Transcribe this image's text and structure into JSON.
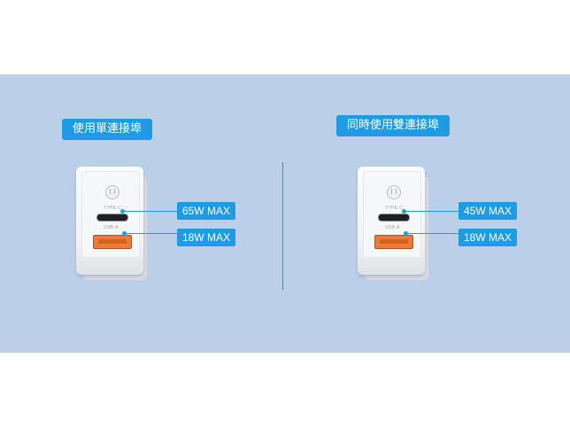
{
  "left_panel": {
    "title": "使用單連接埠",
    "charger": {
      "typec_label": "TYPE-C",
      "usba_label": "USB-A"
    },
    "typec_rating": "65W MAX",
    "usba_rating": "18W MAX"
  },
  "right_panel": {
    "title": "同時使用雙連接埠",
    "charger": {
      "typec_label": "TYPE-C",
      "usba_label": "USB-A"
    },
    "typec_rating": "45W MAX",
    "usba_rating": "18W MAX"
  },
  "colors": {
    "band": "#bccfe9",
    "accent": "#1f9be3",
    "usb_a_port": "#ec7a3a"
  }
}
